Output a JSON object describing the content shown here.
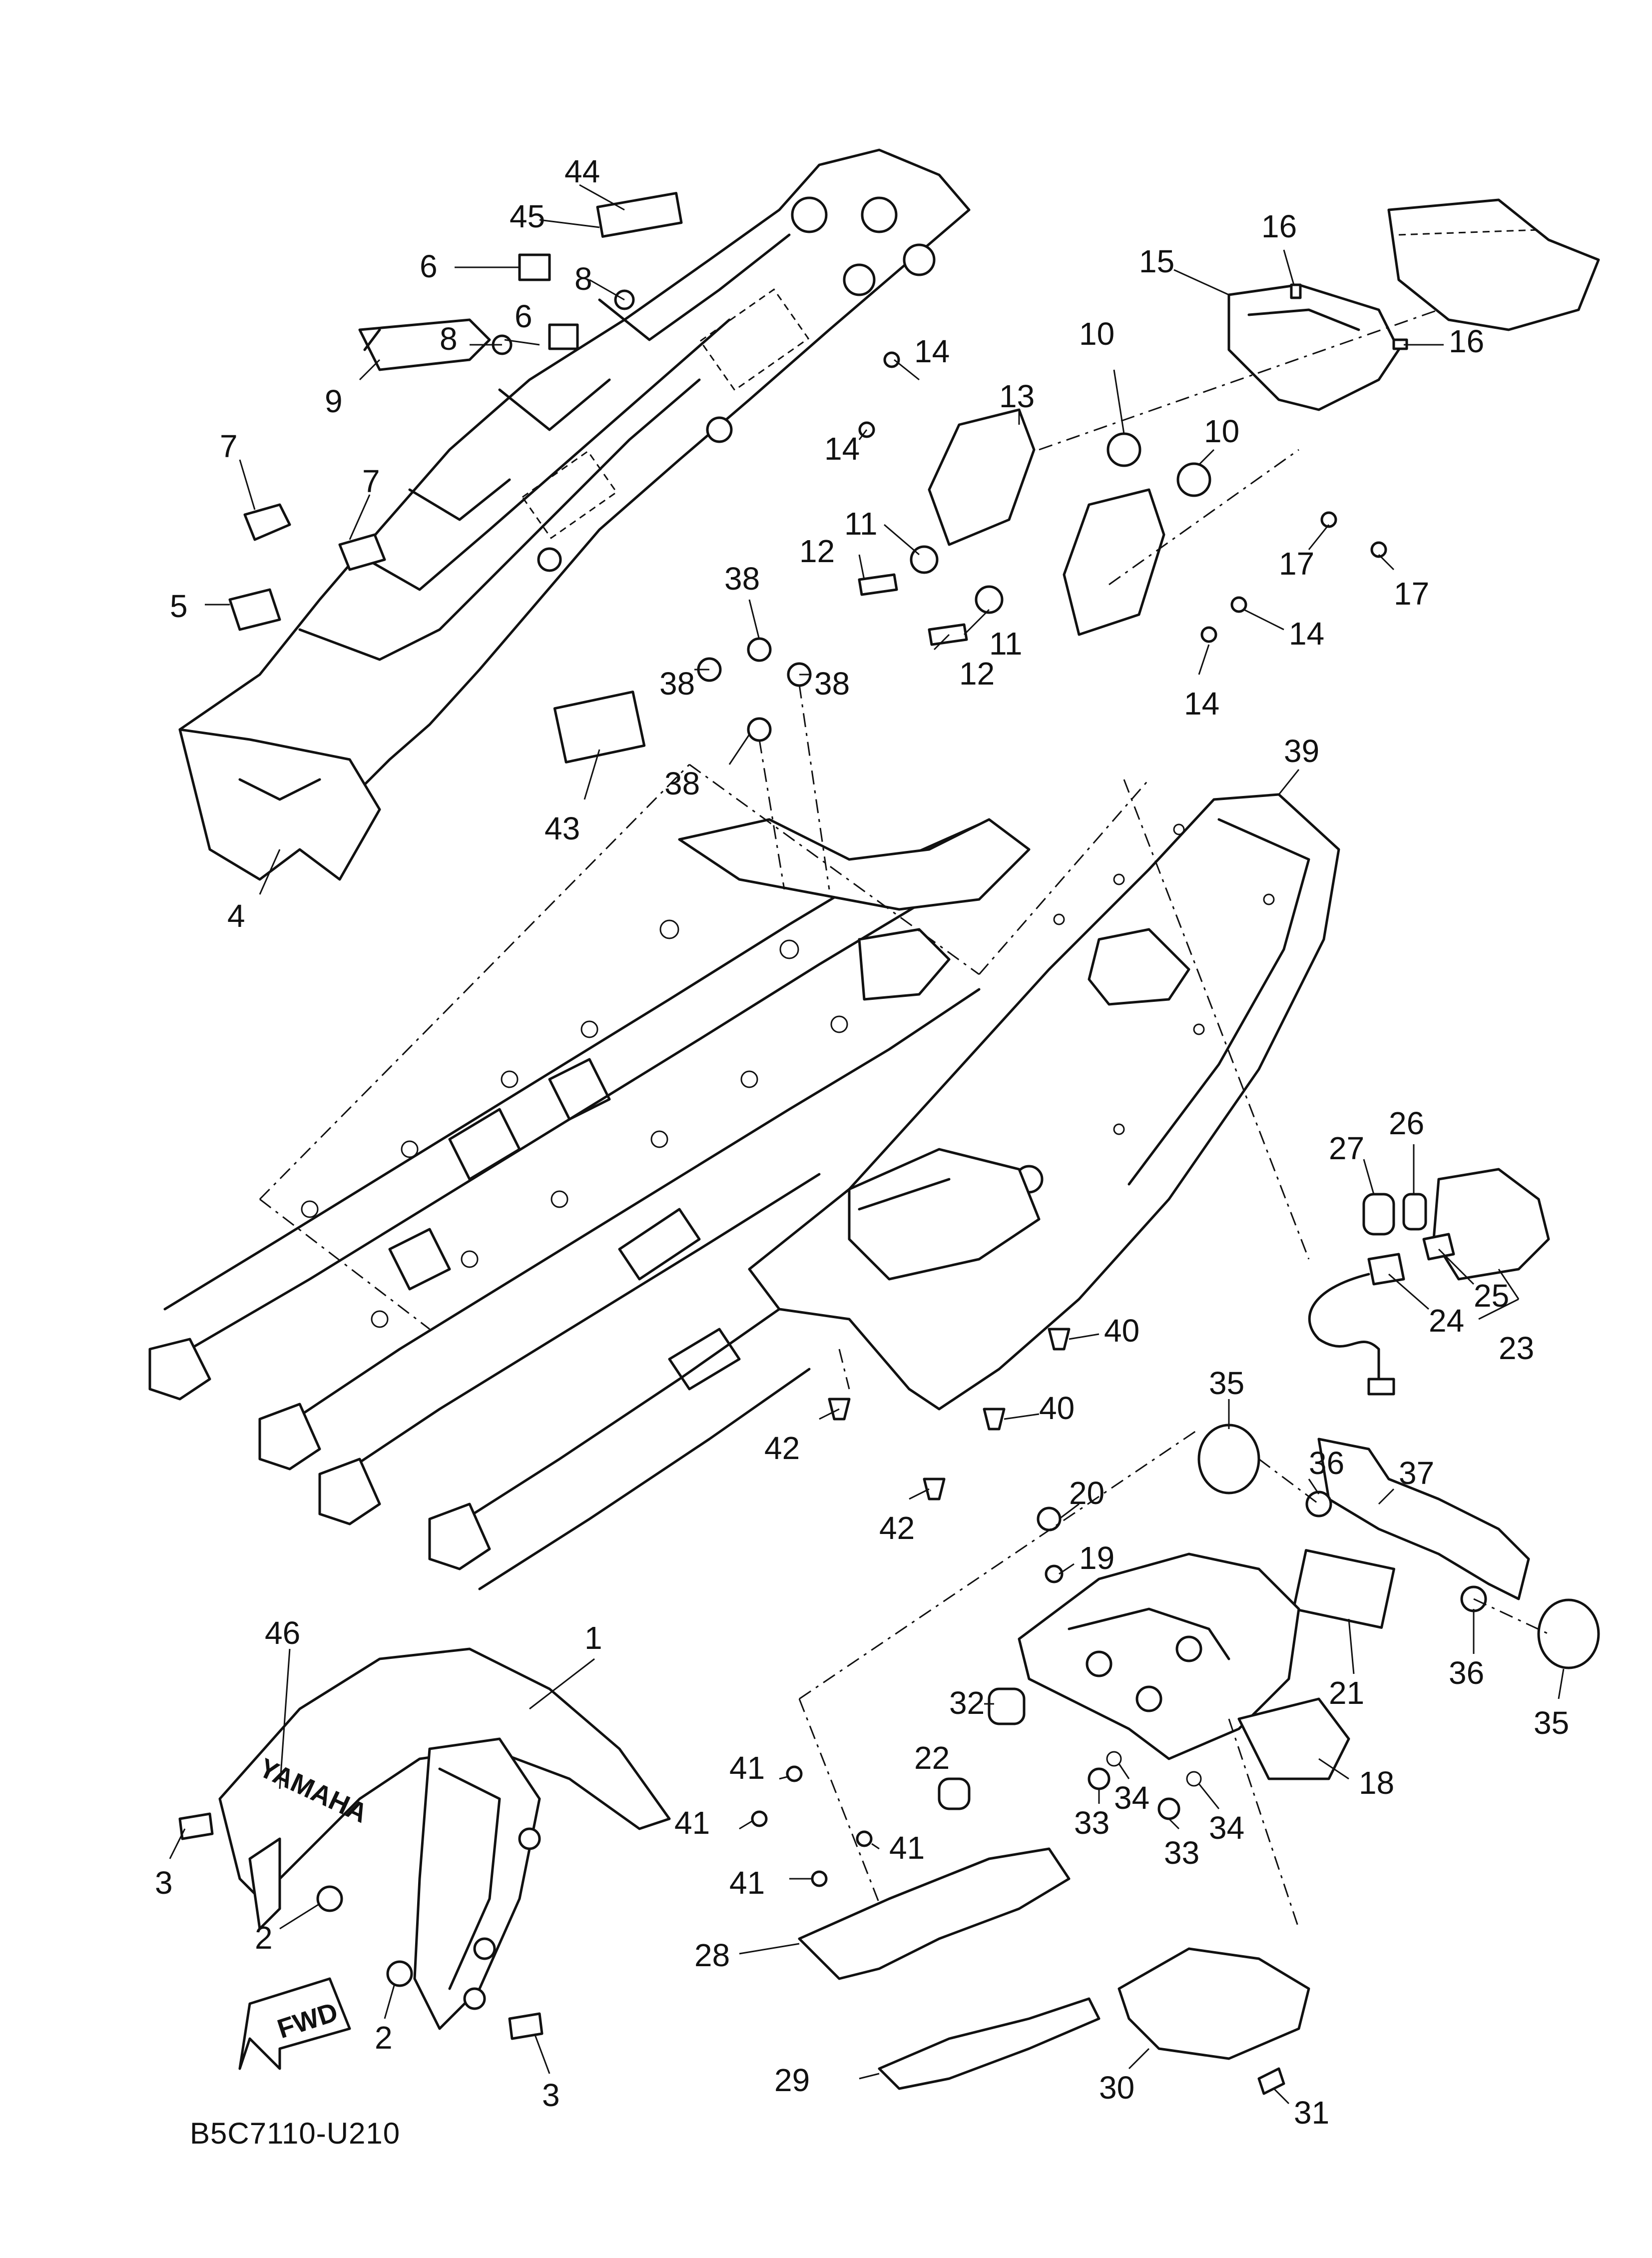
{
  "diagram": {
    "code": "B5C7110-U210",
    "fwd_label": "FWD",
    "brand_mark": "YAMAHA"
  },
  "callouts": [
    {
      "id": "c44",
      "text": "44"
    },
    {
      "id": "c45",
      "text": "45"
    },
    {
      "id": "c6a",
      "text": "6"
    },
    {
      "id": "c8a",
      "text": "8"
    },
    {
      "id": "c6b",
      "text": "6"
    },
    {
      "id": "c8b",
      "text": "8"
    },
    {
      "id": "c9",
      "text": "9"
    },
    {
      "id": "c7a",
      "text": "7"
    },
    {
      "id": "c7b",
      "text": "7"
    },
    {
      "id": "c5",
      "text": "5"
    },
    {
      "id": "c4",
      "text": "4"
    },
    {
      "id": "c43",
      "text": "43"
    },
    {
      "id": "c16a",
      "text": "16"
    },
    {
      "id": "c15",
      "text": "15"
    },
    {
      "id": "c16b",
      "text": "16"
    },
    {
      "id": "c14a",
      "text": "14"
    },
    {
      "id": "c13",
      "text": "13"
    },
    {
      "id": "c10a",
      "text": "10"
    },
    {
      "id": "c10b",
      "text": "10"
    },
    {
      "id": "c14b",
      "text": "14"
    },
    {
      "id": "c11a",
      "text": "11"
    },
    {
      "id": "c12a",
      "text": "12"
    },
    {
      "id": "c11b",
      "text": "11"
    },
    {
      "id": "c12b",
      "text": "12"
    },
    {
      "id": "c14c",
      "text": "14"
    },
    {
      "id": "c14d",
      "text": "14"
    },
    {
      "id": "c17a",
      "text": "17"
    },
    {
      "id": "c17b",
      "text": "17"
    },
    {
      "id": "c38a",
      "text": "38"
    },
    {
      "id": "c38b",
      "text": "38"
    },
    {
      "id": "c38c",
      "text": "38"
    },
    {
      "id": "c38d",
      "text": "38"
    },
    {
      "id": "c39",
      "text": "39"
    },
    {
      "id": "c27",
      "text": "27"
    },
    {
      "id": "c26",
      "text": "26"
    },
    {
      "id": "c25",
      "text": "25"
    },
    {
      "id": "c24",
      "text": "24"
    },
    {
      "id": "c23",
      "text": "23"
    },
    {
      "id": "c40a",
      "text": "40"
    },
    {
      "id": "c40b",
      "text": "40"
    },
    {
      "id": "c42a",
      "text": "42"
    },
    {
      "id": "c42b",
      "text": "42"
    },
    {
      "id": "c35a",
      "text": "35"
    },
    {
      "id": "c36a",
      "text": "36"
    },
    {
      "id": "c37",
      "text": "37"
    },
    {
      "id": "c20",
      "text": "20"
    },
    {
      "id": "c19",
      "text": "19"
    },
    {
      "id": "c21",
      "text": "21"
    },
    {
      "id": "c36b",
      "text": "36"
    },
    {
      "id": "c35b",
      "text": "35"
    },
    {
      "id": "c32",
      "text": "32"
    },
    {
      "id": "c22",
      "text": "22"
    },
    {
      "id": "c18",
      "text": "18"
    },
    {
      "id": "c33a",
      "text": "33"
    },
    {
      "id": "c34a",
      "text": "34"
    },
    {
      "id": "c33b",
      "text": "33"
    },
    {
      "id": "c34b",
      "text": "34"
    },
    {
      "id": "c46",
      "text": "46"
    },
    {
      "id": "c1",
      "text": "1"
    },
    {
      "id": "c3a",
      "text": "3"
    },
    {
      "id": "c2a",
      "text": "2"
    },
    {
      "id": "c2b",
      "text": "2"
    },
    {
      "id": "c3b",
      "text": "3"
    },
    {
      "id": "c41a",
      "text": "41"
    },
    {
      "id": "c41b",
      "text": "41"
    },
    {
      "id": "c41c",
      "text": "41"
    },
    {
      "id": "c41d",
      "text": "41"
    },
    {
      "id": "c28",
      "text": "28"
    },
    {
      "id": "c29",
      "text": "29"
    },
    {
      "id": "c30",
      "text": "30"
    },
    {
      "id": "c31",
      "text": "31"
    }
  ]
}
